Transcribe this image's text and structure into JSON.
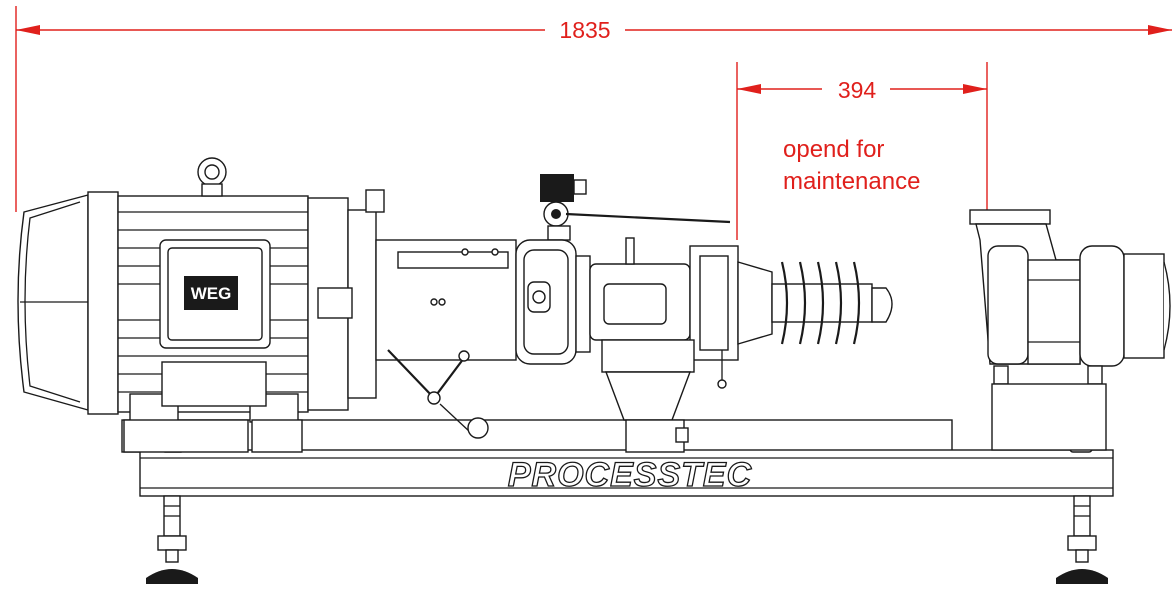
{
  "dimensions": {
    "overall_length": "1835",
    "open_distance": "394"
  },
  "annotation": {
    "line1": "opend for",
    "line2": "maintenance"
  },
  "brand": {
    "frame_text": "PROCESSTEC",
    "motor_logo": "WEG"
  },
  "colors": {
    "dimension": "#e0201c",
    "drawing": "#1a1a1a",
    "background": "#ffffff"
  }
}
